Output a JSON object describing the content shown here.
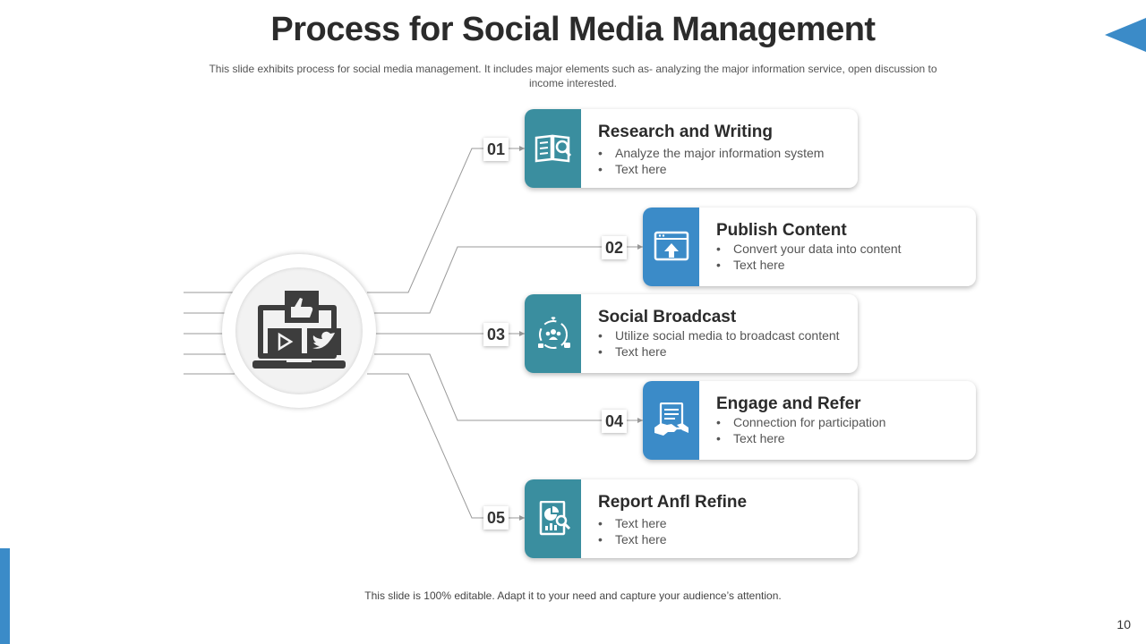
{
  "title": "Process for Social Media Management",
  "subtitle": "This slide exhibits process for social media management. It includes major elements such as- analyzing the major information service, open discussion to income interested.",
  "footer": "This slide is 100% editable. Adapt it to your need and capture your audience’s attention.",
  "page_number": "10",
  "colors": {
    "teal": "#3a8e9f",
    "blue": "#3b8bc8",
    "connector": "#9a9a9a"
  },
  "hub": {
    "icon": "laptop-social-media-icon"
  },
  "steps": [
    {
      "number": "01",
      "title": "Research and Writing",
      "bullets": [
        "Analyze the major information system",
        "Text here"
      ],
      "icon": "book-search-icon",
      "color": "teal"
    },
    {
      "number": "02",
      "title": "Publish Content",
      "bullets": [
        "Convert your data into content",
        "Text here"
      ],
      "icon": "upload-window-icon",
      "color": "blue"
    },
    {
      "number": "03",
      "title": "Social Broadcast",
      "bullets": [
        "Utilize social media to broadcast content",
        "Text here"
      ],
      "icon": "social-network-icon",
      "color": "teal"
    },
    {
      "number": "04",
      "title": "Engage and Refer",
      "bullets": [
        "Connection for participation",
        "Text here"
      ],
      "icon": "handshake-document-icon",
      "color": "blue"
    },
    {
      "number": "05",
      "title": "Report Anfl Refine",
      "bullets": [
        "Text here",
        "Text here"
      ],
      "icon": "report-analysis-icon",
      "color": "teal"
    }
  ]
}
